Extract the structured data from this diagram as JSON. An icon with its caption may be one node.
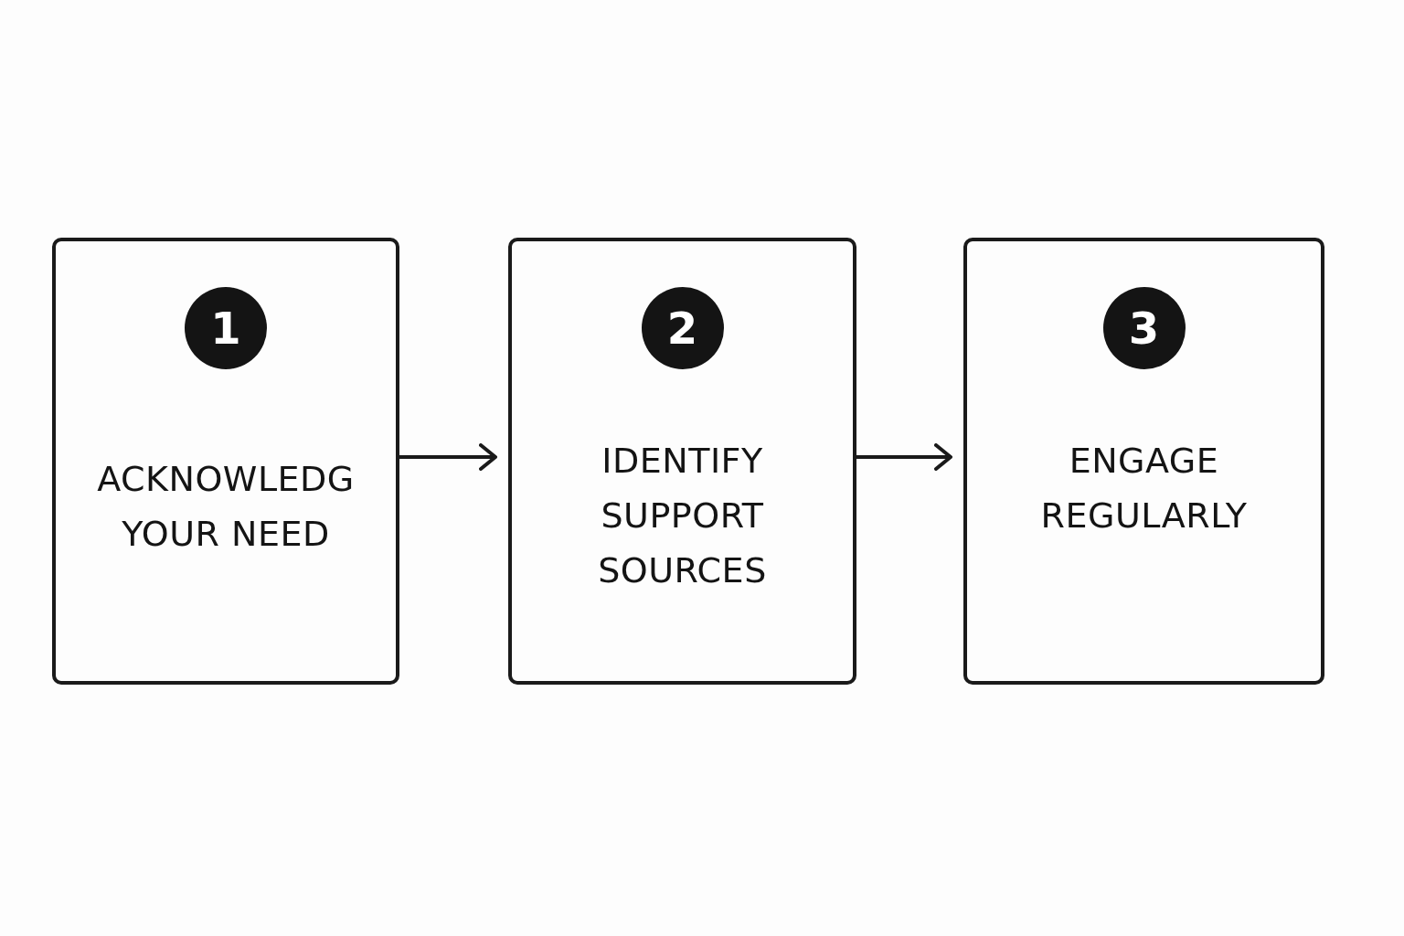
{
  "diagram": {
    "nodes": [
      {
        "text": [
          "1",
          "ACKNOWLEDG YOUR NEED"
        ]
      },
      {
        "text": [
          "2",
          "IDENTIFY SUPPORT SOURCES"
        ]
      },
      {
        "text": [
          "3",
          "ENGAGE REGULARLY"
        ]
      }
    ],
    "edges": [
      {
        "from": 0,
        "to": 1,
        "arrow": "to"
      },
      {
        "from": 1,
        "to": 2,
        "arrow": "to"
      }
    ]
  }
}
